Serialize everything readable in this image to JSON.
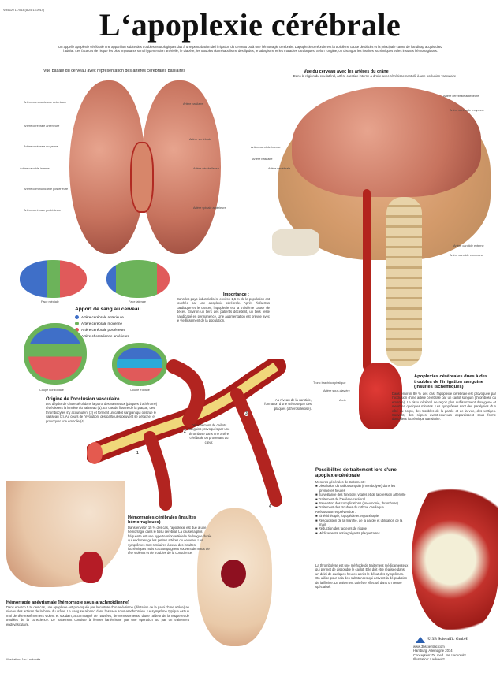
{
  "code": "VR5620 L/7063 (A 25/11/2014)",
  "title": "L‘apoplexie cérébrale",
  "intro": "On appelle apoplexie cérébrale une apparition subite des troubles neurologiques dus à une perturbation de l'irrigation du cerveau ou à une hémorragie cérébrale. L'apoplexie cérébrale est la troisième cause de décès et la principale cause de handicap acquis chez l'adulte. Les facteurs de risque les plus importants sont l'hypertension artérielle, le diabète, les troubles du métabolisme des lipides, le tabagisme et les maladies cardiaques. Selon l'origine, on distingue les insultes ischémiques et les insultes hémorragiques.",
  "sections": {
    "basal_view": "Vue basale du cerveau avec représentation des artères cérébrales basilaires",
    "skull_view": "Vue du cerveau avec les artères du crâne",
    "skull_view_sub": "Dans la région du cou latéral, artère carotide interne à droite avec rétrécissement dû à une occlusion vasculaire",
    "blood_supply": "Apport de sang au cerveau",
    "importance_title": "Importance :",
    "importance_text": "Dans les pays industrialisés, environ 1,5 % de la population est touchée par une apoplexie cérébrale. Après l'infarctus cardiaque et le cancer, l'apoplexie est la troisième cause de décès. Environ un tiers des patients décèdent, un tiers reste handicapé en permanence. Une augmentation est prévue avec le vieillissement de la population.",
    "occlusion_title": "Origine de l'occlusion vasculaire",
    "occlusion_text": "Les dépôts de cholestérol dans la paroi des vaisseaux (plaques d'athérome) rétrécissent la lumière du vaisseau (1). En cas de fissure de la plaque, des thrombocytes s'y accumulent (2) et forment un caillot sanguin qui obstrue le vaisseau (3). Au cours de l'évolution, des particules peuvent se détacher et provoquer une embolie (4).",
    "occlusion_side": "Détachement de caillots sanguins provoqués par une thrombose dans une artère cérébrale ou provenant du cœur.",
    "artery_side": "Au niveau de la carotide, formation d'une sténose par des plaques (athérosclérose).",
    "ischemic_title": "Apoplexies cérébrales dues à des troubles de l'irrigation sanguine (insultes ischémiques)",
    "ischemic_text": "Dans environ 80 % des cas, l'apoplexie cérébrale est provoquée par l'occlusion d'une artère cérébrale par un caillot sanguin (thrombose ou embolie). Le tissu cérébral ne reçoit plus suffisamment d'oxygène et meurt en quelques minutes. Les symptômes sont des paralysies d'un côté du corps, des troubles de la parole et de la vue, des vertiges. Souvent, des signes avant-coureurs apparaissent sous forme d'accident ischémique transitoire.",
    "treatment_title": "Possibilités de traitement lors d'une apoplexie cérébrale",
    "treatment_sub": "Mesures générales de traitement :",
    "treatment_items": [
      "Dissolution du caillot sanguin (thrombolyse) dans les premières heures",
      "Surveillance des fonctions vitales et de la pression artérielle",
      "Traitement de l'œdème cérébral",
      "Prévention des complications (pneumonie, thrombose)",
      "Traitement des troubles du rythme cardiaque"
    ],
    "rehab_sub": "Rééducation et prévention :",
    "rehab_items": [
      "Kinésithérapie, logopédie et ergothérapie",
      "Rééducation de la marche, de la parole et utilisation de la main",
      "Réduction des facteurs de risque",
      "Médicaments anti-agrégants plaquettaires"
    ],
    "lysis_text": "La thrombolyse est une méthode de traitement médicamenteux qui permet de dissoudre le caillot. Elle doit être réalisée dans un délai de quelques heures après le début des symptômes. On utilise pour cela des substances qui activent la dégradation de la fibrine. Le traitement doit être effectué dans un centre spécialisé.",
    "hemorrhage_title": "Hémorragies cérébrales (insultes hémorragiques)",
    "hemorrhage_text": "Dans environ 15 % des cas, l'apoplexie est due à une hémorragie dans le tissu cérébral. La cause la plus fréquente est une hypertension artérielle de longue durée qui endommage les petites artères du cerveau. Les symptômes sont similaires à ceux des insultes ischémiques mais s'accompagnent souvent de maux de tête violents et de troubles de la conscience.",
    "aneurysm_title": "Hémorragie anévrismale (hémorragie sous-arachnoïdienne)",
    "aneurysm_text": "Dans environ 5 % des cas, une apoplexie est provoquée par la rupture d'un anévrisme (dilatation de la paroi d'une artère) au niveau des artères de la base du crâne. Le sang se répand dans l'espace sous-arachnoïdien. Le symptôme typique est un mal de tête extrêmement violent et soudain, accompagné de nausées, de vomissements, d'une raideur de la nuque et de troubles de la conscience. Le traitement consiste à fermer l'anévrisme par une opération ou par un traitement endovasculaire."
  },
  "legend": [
    {
      "label": "Artère cérébrale antérieure",
      "color": "#3f6fc8"
    },
    {
      "label": "Artère cérébrale moyenne",
      "color": "#6cb35a"
    },
    {
      "label": "Artère cérébrale postérieure",
      "color": "#e05a5a"
    },
    {
      "label": "Artère choroïdienne antérieure",
      "color": "#2aa9d8"
    }
  ],
  "image_labels": {
    "medial": "Face médiale",
    "lateral": "Face latérale",
    "horizontal": "Coupe horizontale",
    "frontal": "Coupe frontale",
    "basal": [
      "Artère communicante antérieure",
      "Artère cérébrale antérieure",
      "Artère cérébrale moyenne",
      "Artère carotide interne",
      "Artère communicante postérieure",
      "Artère cérébrale postérieure",
      "Artère basilaire",
      "Artère vertébrale",
      "Artère cérébelleuse",
      "Artère spinale antérieure"
    ],
    "skull": [
      "Artère cérébrale antérieure",
      "Artère cérébrale moyenne",
      "Artère carotide interne",
      "Artère basilaire",
      "Artère vertébrale",
      "Artère carotide externe",
      "Artère carotide commune",
      "Tronc brachiocéphalique",
      "Artère sous-clavière",
      "Aorte"
    ],
    "numbers": [
      "1",
      "2",
      "3",
      "4"
    ]
  },
  "footer": "Illustration: Jan Lackowitz",
  "publisher": {
    "name": "© 3B Scientific GmbH",
    "lines": [
      "www.3bscientific.com",
      "Hamburg, Allemagne 2014",
      "Conception: Dr. med. Jan Lackowitz",
      "Illustration: Lackowitz"
    ]
  }
}
